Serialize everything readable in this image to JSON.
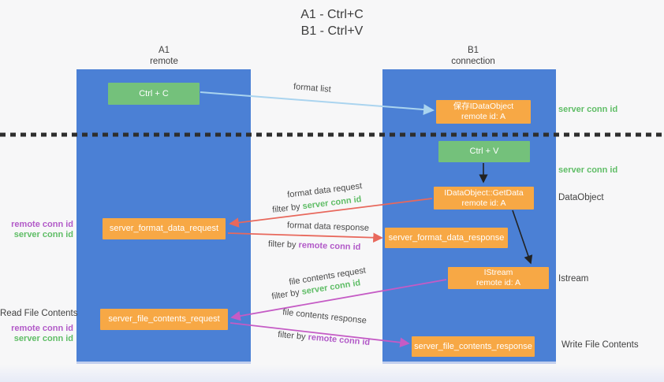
{
  "title": {
    "line1": "A1 - Ctrl+C",
    "line2": "B1 - Ctrl+V"
  },
  "columns": {
    "a1": {
      "name": "A1",
      "subtitle": "remote"
    },
    "b1": {
      "name": "B1",
      "subtitle": "connection"
    }
  },
  "nodes": {
    "ctrl_c": {
      "label": "Ctrl + C"
    },
    "save_idataobject": {
      "line1": "保存IDataObject",
      "line2": "remote id: A"
    },
    "ctrl_v": {
      "label": "Ctrl + V"
    },
    "getdata": {
      "line1": "IDataObject::GetData",
      "line2": "remote id: A"
    },
    "format_request": {
      "label": "server_format_data_request"
    },
    "format_response": {
      "label": "server_format_data_response"
    },
    "istream": {
      "line1": "IStream",
      "line2": "remote id: A"
    },
    "file_request": {
      "label": "server_file_contents_request"
    },
    "file_response": {
      "label": "server_file_contents_response"
    }
  },
  "arrow_labels": {
    "format_list": "format list",
    "format_data_request": "format data request",
    "format_data_response": "format data response",
    "file_contents_request": "file contents request",
    "file_contents_response": "file contents response",
    "filter_by": "filter by "
  },
  "tokens": {
    "server_conn_id": "server conn id",
    "remote_conn_id": "remote conn id"
  },
  "side_labels": {
    "dataobject": "DataObject",
    "istream": "Istream",
    "write_file_contents": "Write File Contents",
    "read_file_contents": "Read File Contents"
  },
  "colors": {
    "lane_blue": "#4b80d5",
    "box_green": "#74c17b",
    "box_orange": "#f7a845",
    "arrow_light_blue": "#aad4ef",
    "arrow_red": "#e8685c",
    "arrow_magenta": "#c55bc5",
    "arrow_black": "#222222",
    "text_green": "#5fbd66",
    "text_purple": "#b25ac8",
    "background": "#f7f7f8"
  }
}
